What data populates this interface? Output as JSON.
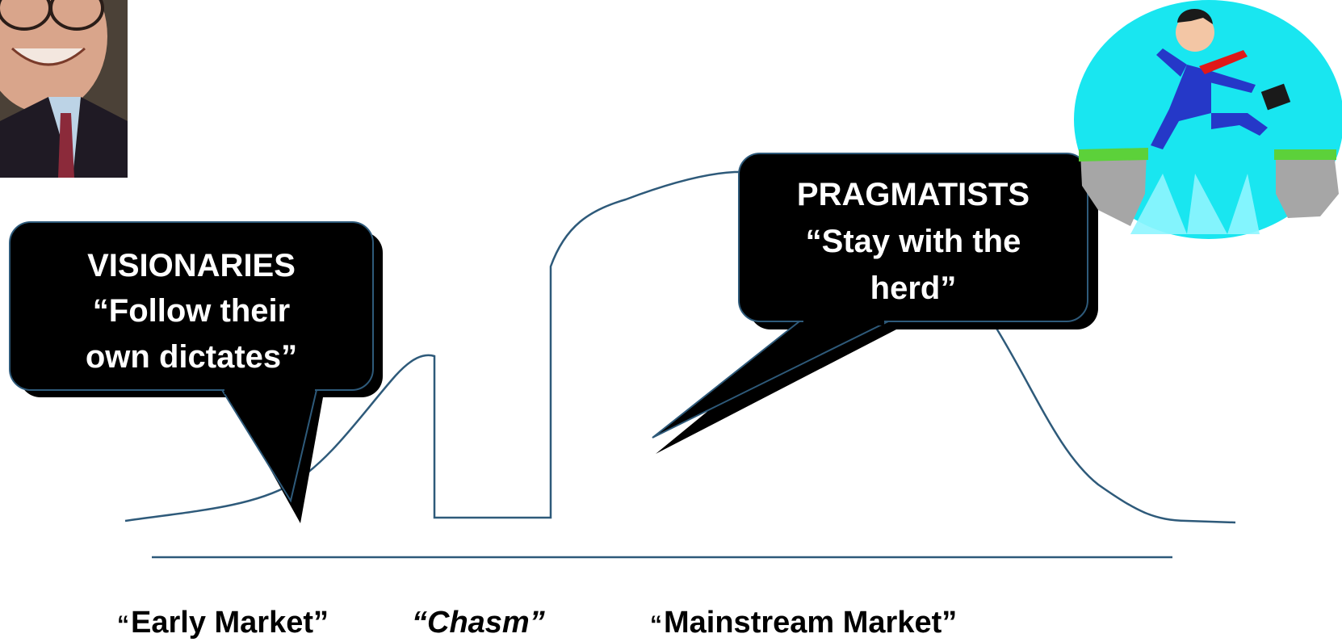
{
  "visionaries": {
    "title": "VISIONARIES",
    "line1": "“Follow their",
    "line2": "own dictates”"
  },
  "pragmatists": {
    "title": "PRAGMATISTS",
    "line1": "“Stay with the",
    "line2": "herd”"
  },
  "segments": {
    "early_quote": "“",
    "early_text": "Early Market”",
    "chasm": "“Chasm”",
    "mainstream_quote": "“",
    "mainstream_text": "Mainstream Market”"
  },
  "colors": {
    "curve": "#2e5a7a",
    "bubble_fill": "#000000",
    "bubble_border": "#2e5a7a",
    "text_white": "#ffffff",
    "clipart_sky": "#19e6f0"
  },
  "icons": {
    "portrait": "person-portrait-photo",
    "clipart": "businessman-leaping-chasm-clipart"
  }
}
